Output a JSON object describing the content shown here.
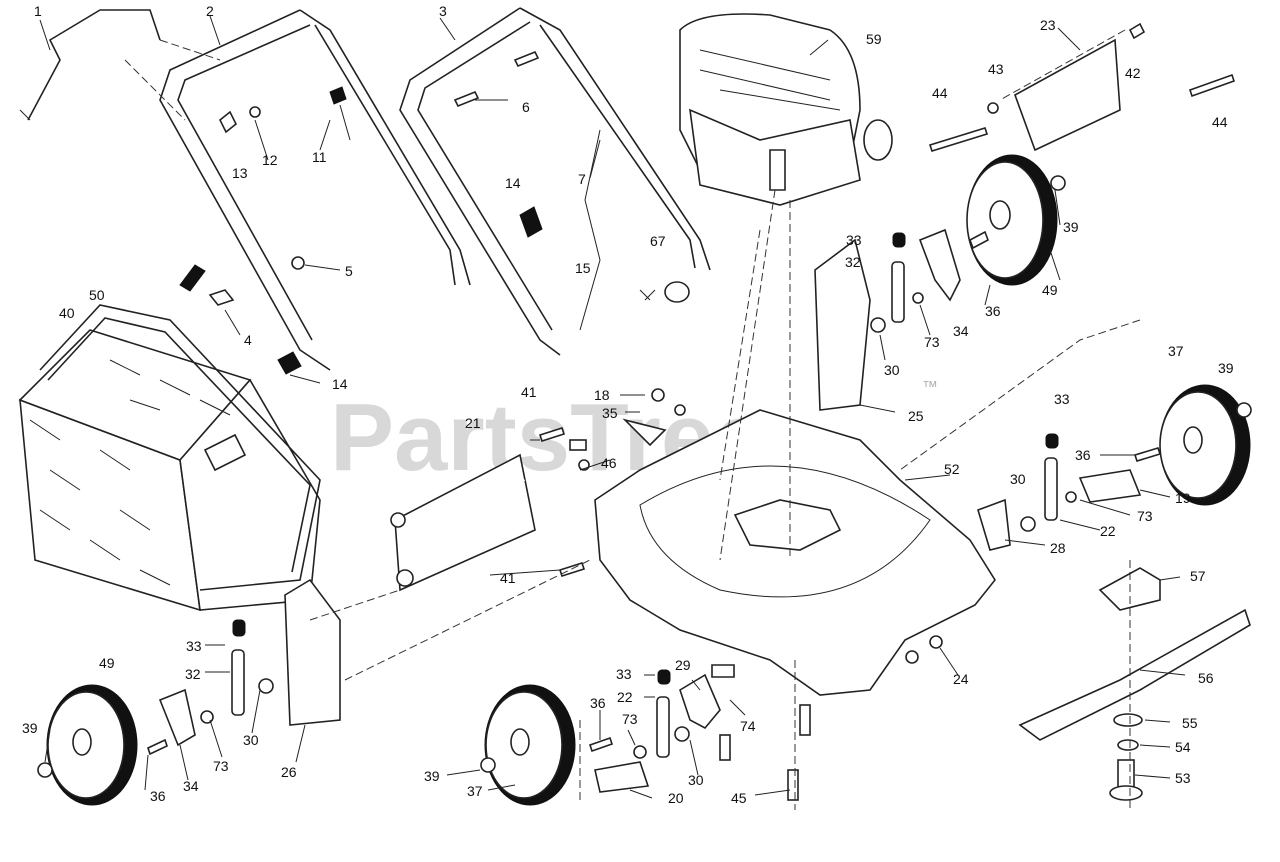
{
  "watermark": {
    "text": "PartsTree",
    "tm": "™"
  },
  "callouts": {
    "c1": "1",
    "c2": "2",
    "c3": "3",
    "c4": "4",
    "c5": "5",
    "c6": "6",
    "c7": "7",
    "c11": "11",
    "c12": "12",
    "c13": "13",
    "c14a": "14",
    "c14b": "14",
    "c15": "15",
    "c18": "18",
    "c19": "19",
    "c20": "20",
    "c21": "21",
    "c22a": "22",
    "c22b": "22",
    "c23": "23",
    "c24": "24",
    "c25": "25",
    "c26": "26",
    "c28": "28",
    "c29": "29",
    "c30a": "30",
    "c30b": "30",
    "c30c": "30",
    "c30d": "30",
    "c32a": "32",
    "c32b": "32",
    "c33a": "33",
    "c33b": "33",
    "c33c": "33",
    "c33d": "33",
    "c34a": "34",
    "c34b": "34",
    "c35": "35",
    "c36a": "36",
    "c36b": "36",
    "c36c": "36",
    "c36d": "36",
    "c37a": "37",
    "c37b": "37",
    "c39a": "39",
    "c39b": "39",
    "c39c": "39",
    "c39d": "39",
    "c40": "40",
    "c41a": "41",
    "c41b": "41",
    "c42": "42",
    "c43": "43",
    "c44a": "44",
    "c44b": "44",
    "c45": "45",
    "c46": "46",
    "c49a": "49",
    "c49b": "49",
    "c50": "50",
    "c52": "52",
    "c53": "53",
    "c54": "54",
    "c55": "55",
    "c56": "56",
    "c57": "57",
    "c59": "59",
    "c67": "67",
    "c73a": "73",
    "c73b": "73",
    "c73c": "73",
    "c73d": "73",
    "c74": "74"
  }
}
